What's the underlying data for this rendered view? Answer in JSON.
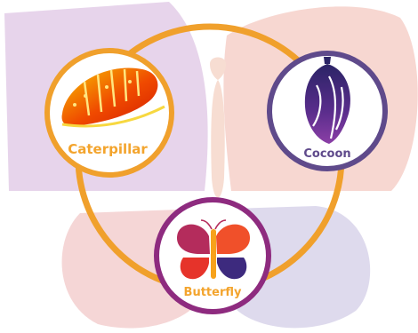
{
  "diagram": {
    "type": "life-cycle",
    "ring_color": "#F0A02C",
    "stages": [
      {
        "label": "Caterpillar",
        "icon": "caterpillar-icon",
        "label_color": "#F3A42D",
        "border_color": "#F0A02C"
      },
      {
        "label": "Cocoon",
        "icon": "chrysalis-icon",
        "label_color": "#5F4A8B",
        "border_color": "#5F4A8B"
      },
      {
        "label": "Butterfly",
        "icon": "butterfly-icon",
        "label_color": "#F3A42D",
        "border_color": "#8E2B7F"
      }
    ],
    "background_wing_colors": {
      "top_left": "#E3CCE8",
      "top_right": "#F6D0C9",
      "bottom_left": "#F3CFCF",
      "bottom_right": "#D8D3EA",
      "body": "#F7DDD2"
    }
  }
}
